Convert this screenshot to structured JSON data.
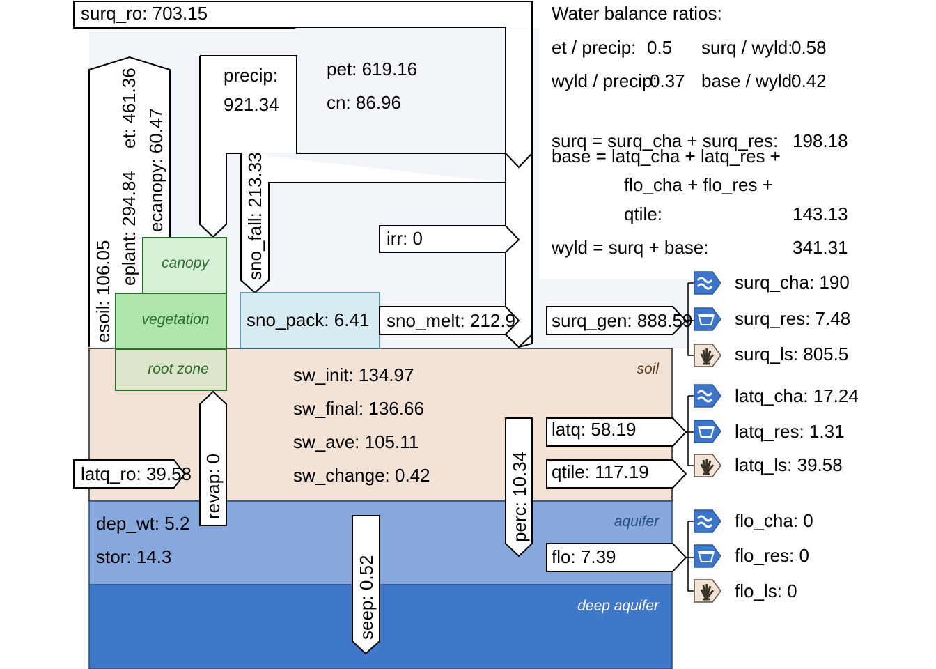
{
  "colors": {
    "atmosphere": "#f2f5fa",
    "soil": "#f3e3d6",
    "aquifer": "#86a8dc",
    "deep_aquifer": "#3f77c9",
    "canopy": "#d6f0d6",
    "vegetation": "#aee6ab",
    "root_zone": "#dce5c9",
    "veg_border": "#2e6b2e",
    "snow": "#d6ebf2",
    "icon_blue": "#3d75c9",
    "icon_land": "#f3e3d6"
  },
  "layers": {
    "soil_label": "soil",
    "aquifer_label": "aquifer",
    "deep_aquifer_label": "deep aquifer",
    "canopy_label": "canopy",
    "vegetation_label": "vegetation",
    "root_zone_label": "root zone"
  },
  "fluxes": {
    "surq_ro": "surq_ro: 703.15",
    "precip_line1": "precip:",
    "precip_line2": "921.34",
    "pet": "pet: 619.16",
    "cn": "cn: 86.96",
    "et": "et: 461.36",
    "eplant": "eplant: 294.84",
    "ecanopy": "ecanopy: 60.47",
    "esoil": "esoil: 106.05",
    "sno_fall": "sno_fall: 213.33",
    "irr": "irr: 0",
    "sno_pack": "sno_pack: 6.41",
    "sno_melt": "sno_melt: 212.9",
    "surq_gen": "surq_gen: 888.59",
    "latq": "latq: 58.19",
    "qtile": "qtile: 117.19",
    "flo": "flo: 7.39",
    "perc": "perc: 10.34",
    "revap": "revap: 0",
    "latq_ro": "latq_ro: 39.58",
    "seep": "seep: 0.52"
  },
  "storage": {
    "sw_init": "sw_init: 134.97",
    "sw_final": "sw_final: 136.66",
    "sw_ave": "sw_ave: 105.11",
    "sw_change": "sw_change: 0.42",
    "dep_wt": "dep_wt: 5.2",
    "stor": "stor: 14.3"
  },
  "ratios": {
    "title": "Water balance ratios:",
    "et_precip_label": "et / precip:",
    "et_precip_value": "0.5",
    "surq_wyld_label": "surq / wyld:",
    "surq_wyld_value": "0.58",
    "wyld_precip_label": "wyld / precip:",
    "wyld_precip_value": "0.37",
    "base_wyld_label": "base / wyld:",
    "base_wyld_value": "0.42",
    "surq_eq": "surq = surq_cha + surq_res:",
    "surq_value": "198.18",
    "base_eq_line1": "base = latq_cha + latq_res +",
    "base_eq_line2": "flo_cha  + flo_res  +",
    "base_eq_line3": "qtile:",
    "base_value": "143.13",
    "wyld_eq": "wyld = surq + base:",
    "wyld_value": "341.31"
  },
  "destinations": {
    "surq": [
      {
        "icon": "channel-icon",
        "label": "surq_cha: 190"
      },
      {
        "icon": "reservoir-icon",
        "label": "surq_res: 7.48"
      },
      {
        "icon": "landscape-icon",
        "label": "surq_ls: 805.5"
      }
    ],
    "latq": [
      {
        "icon": "channel-icon",
        "label": "latq_cha: 17.24"
      },
      {
        "icon": "reservoir-icon",
        "label": "latq_res: 1.31"
      },
      {
        "icon": "landscape-icon",
        "label": "latq_ls: 39.58"
      }
    ],
    "flo": [
      {
        "icon": "channel-icon",
        "label": "flo_cha: 0"
      },
      {
        "icon": "reservoir-icon",
        "label": "flo_res: 0"
      },
      {
        "icon": "landscape-icon",
        "label": "flo_ls: 0"
      }
    ]
  }
}
